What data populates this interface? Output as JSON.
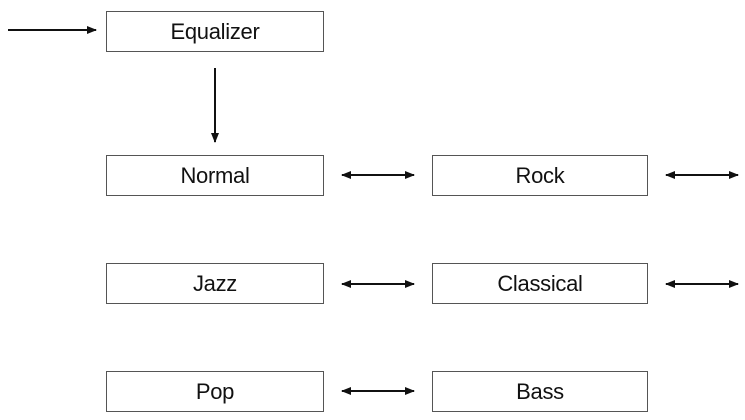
{
  "colors": {
    "border": "#555555",
    "arrow": "#111111",
    "text": "#111111",
    "background": "#ffffff"
  },
  "nodes": {
    "equalizer": "Equalizer",
    "normal": "Normal",
    "rock": "Rock",
    "jazz": "Jazz",
    "classical": "Classical",
    "pop": "Pop",
    "bass": "Bass"
  },
  "edges": [
    {
      "from": "entry",
      "to": "equalizer",
      "type": "one-way"
    },
    {
      "from": "equalizer",
      "to": "normal",
      "type": "one-way"
    },
    {
      "from": "normal",
      "to": "rock",
      "type": "two-way"
    },
    {
      "from": "rock",
      "to": "offscreen-right",
      "type": "two-way"
    },
    {
      "from": "jazz",
      "to": "classical",
      "type": "two-way"
    },
    {
      "from": "classical",
      "to": "offscreen-right",
      "type": "two-way"
    },
    {
      "from": "pop",
      "to": "bass",
      "type": "two-way"
    }
  ]
}
